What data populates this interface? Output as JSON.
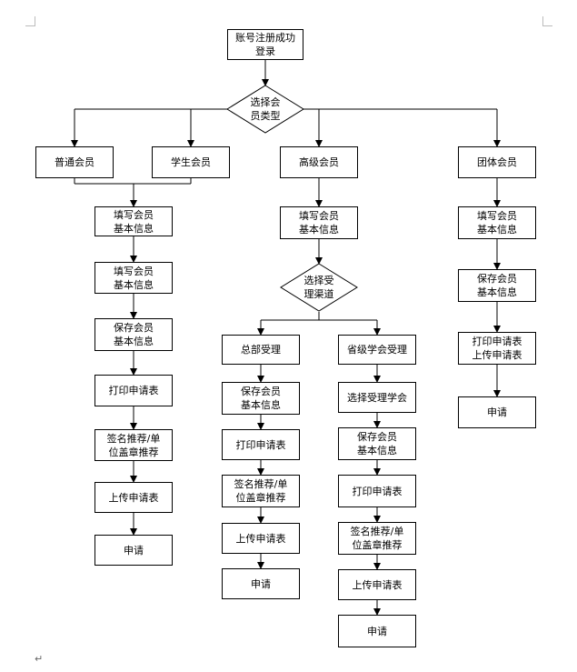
{
  "nodes": {
    "start": "账号注册成功\n登录",
    "choose_type": "选择会\n员类型",
    "regular": "普通会员",
    "student": "学生会员",
    "senior": "高级会员",
    "group": "团体会员",
    "r_fill1": "填写会员\n基本信息",
    "r_fill2": "填写会员\n基本信息",
    "r_save": "保存会员\n基本信息",
    "r_print": "打印申请表",
    "r_sign": "签名推荐/单\n位盖章推荐",
    "r_upload": "上传申请表",
    "r_apply": "申请",
    "s_fill": "填写会员\n基本信息",
    "choose_channel": "选择受\n理渠道",
    "hq": "总部受理",
    "prov": "省级学会受理",
    "h_save": "保存会员\n基本信息",
    "h_print": "打印申请表",
    "h_sign": "签名推荐/单\n位盖章推荐",
    "h_upload": "上传申请表",
    "h_apply": "申请",
    "p_select": "选择受理学会",
    "p_save": "保存会员\n基本信息",
    "p_print": "打印申请表",
    "p_sign": "签名推荐/单\n位盖章推荐",
    "p_upload": "上传申请表",
    "p_apply": "申请",
    "g_fill": "填写会员\n基本信息",
    "g_save": "保存会员\n基本信息",
    "g_print_upload": "打印申请表\n上传申请表",
    "g_apply": "申请"
  },
  "paragraph_mark": "↵"
}
